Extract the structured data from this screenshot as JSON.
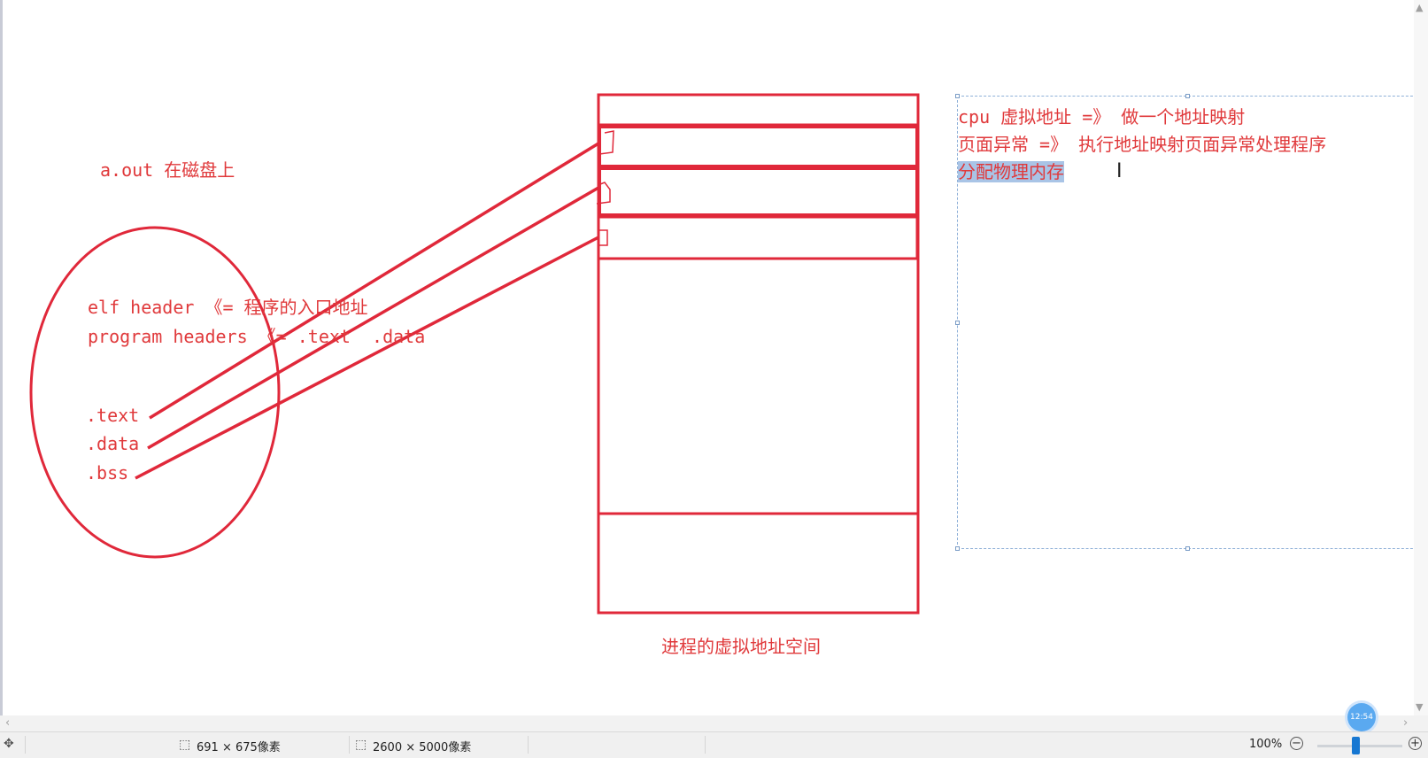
{
  "canvas": {
    "label_disk": "a.out 在磁盘上",
    "elf_header_line": "elf header 《= 程序的入口地址",
    "program_headers_line": "program headers 《= .text  .data",
    "section_text": ".text",
    "section_data": ".data",
    "section_bss": ".bss",
    "virtual_space_caption": "进程的虚拟地址空间"
  },
  "textbox": {
    "line1": "cpu 虚拟地址 =》 做一个地址映射",
    "line2": "页面异常 =》 执行地址映射页面异常处理程序",
    "line3_selected": "分配物理内存"
  },
  "statusbar": {
    "selection_size": "691 × 675像素",
    "image_size": "2600 × 5000像素",
    "zoom": "100%",
    "clock": "12:54"
  },
  "colors": {
    "ink": "#e0393b",
    "selection": "#a9c4e6",
    "accent": "#1677d2"
  },
  "icons": {
    "move": "move-icon",
    "selection": "selection-size-icon",
    "image": "image-size-icon",
    "zoom_out": "zoom-out-icon",
    "zoom_in": "zoom-in-icon"
  }
}
